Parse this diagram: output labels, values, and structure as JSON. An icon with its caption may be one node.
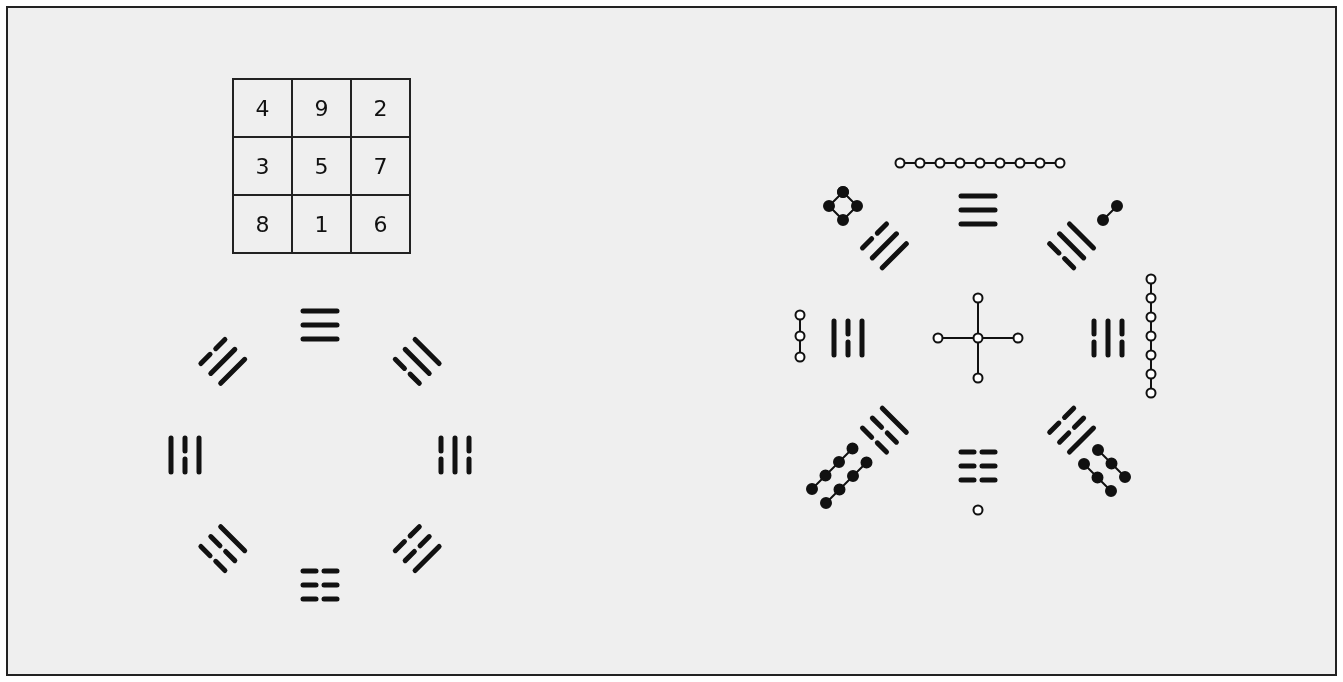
{
  "diagram": {
    "labels": [
      "4",
      "9",
      "2",
      "3",
      "5",
      "7",
      "8",
      "1",
      "6"
    ]
  }
}
